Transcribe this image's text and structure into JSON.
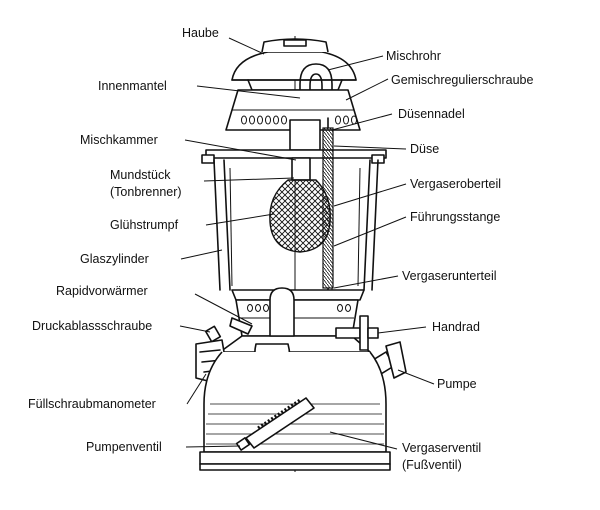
{
  "diagram": {
    "labels": {
      "haube": "Haube",
      "mischrohr": "Mischrohr",
      "gemischregulierschraube": "Gemischregulierschraube",
      "innenmantel": "Innenmantel",
      "duesennadel": "Düsennadel",
      "mischkammer": "Mischkammer",
      "duese": "Düse",
      "mundstueck_line1": "Mundstück",
      "mundstueck_line2": "(Tonbrenner)",
      "vergaseroberteil": "Vergaseroberteil",
      "gluehstrumpf": "Glühstrumpf",
      "fuehrungsstange": "Führungsstange",
      "glaszylinder": "Glaszylinder",
      "vergaserunterteil": "Vergaserunterteil",
      "rapidvorwaermer": "Rapidvorwärmer",
      "druckablassschraube": "Druckablassschraube",
      "handrad": "Handrad",
      "pumpe": "Pumpe",
      "fuellschraubmanometer": "Füllschraubmanometer",
      "pumpenventil": "Pumpenventil",
      "vergaserventil_line1": "Vergaserventil",
      "vergaserventil_line2": "(Fußventil)"
    }
  }
}
